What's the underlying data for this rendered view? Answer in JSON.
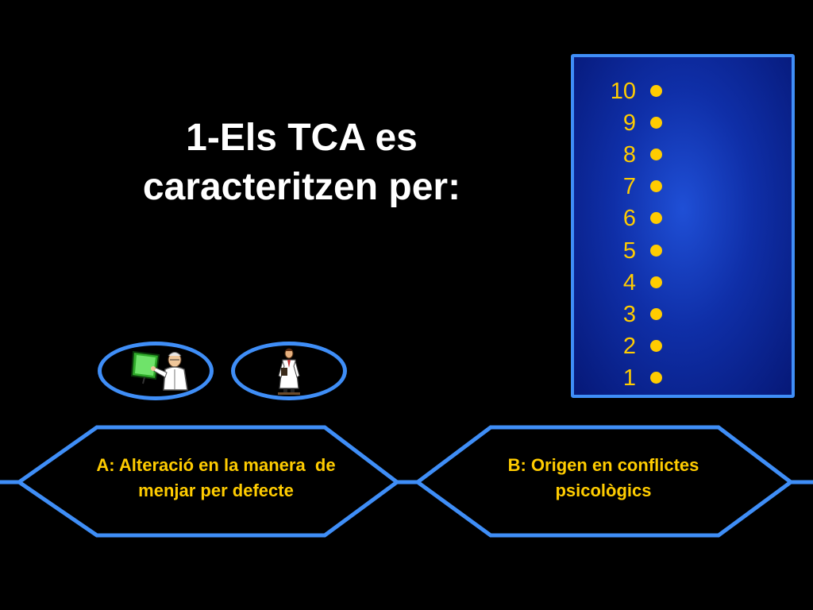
{
  "question": {
    "line1": "1-Els TCA es",
    "line2": "caracteritzen per:"
  },
  "ladder": {
    "levels": [
      "10",
      "9",
      "8",
      "7",
      "6",
      "5",
      "4",
      "3",
      "2",
      "1"
    ],
    "color": "#ffcc00",
    "panel_border_color": "#3f8ef7"
  },
  "lifelines": [
    {
      "icon": "doctor-xray-icon"
    },
    {
      "icon": "doctor-standing-icon"
    }
  ],
  "answers": {
    "a": {
      "line1": "A: Alteració en la manera  de",
      "line2": "menjar per defecte"
    },
    "b": {
      "line1": "B: Origen en conflictes",
      "line2": "psicològics"
    },
    "text_color": "#ffcc00",
    "border_color": "#3f8ef7"
  }
}
